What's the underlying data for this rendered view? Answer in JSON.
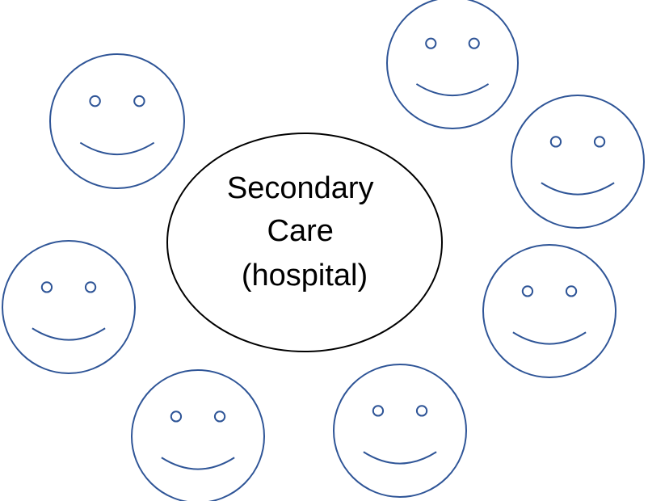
{
  "hub": {
    "label_lines": [
      "Secondary",
      "Care",
      "(hospital)"
    ],
    "outline_color": "#000000"
  },
  "faces": {
    "count": 7,
    "outline_color": "#2f5597",
    "items": [
      {
        "id": "face-1"
      },
      {
        "id": "face-2"
      },
      {
        "id": "face-3"
      },
      {
        "id": "face-4"
      },
      {
        "id": "face-5"
      },
      {
        "id": "face-6"
      },
      {
        "id": "face-7"
      }
    ]
  }
}
